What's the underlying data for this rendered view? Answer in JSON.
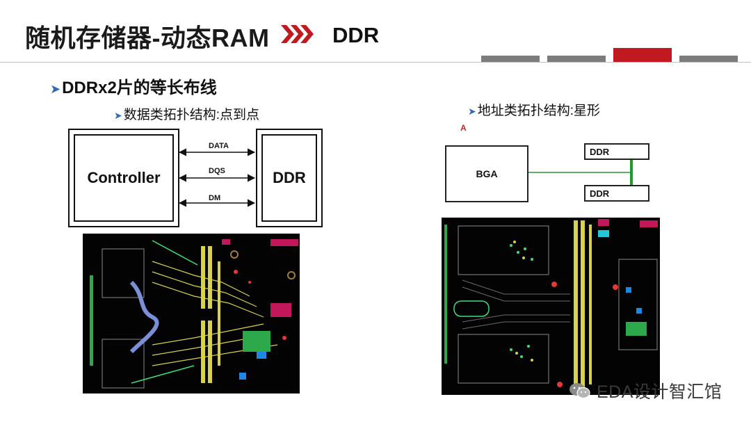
{
  "header": {
    "title": "随机存储器-动态RAM",
    "subtitle": "DDR",
    "tab_count": 4,
    "active_tab_index": 2
  },
  "content": {
    "section_heading": "DDRx2片的等长布线",
    "data_topology": {
      "label": "数据类拓扑结构:点到点",
      "controller_label": "Controller",
      "ddr_label": "DDR",
      "signals": [
        "DATA",
        "DQS",
        "DM"
      ]
    },
    "address_topology": {
      "label": "地址类拓扑结构:星形",
      "marker": "A",
      "bga_label": "BGA",
      "ddr_chip_labels": [
        "DDR",
        "DDR"
      ]
    }
  },
  "watermark": {
    "text": "EDA设计智汇馆"
  },
  "colors": {
    "accent_red": "#c0191f",
    "tab_gray": "#7c7c7c",
    "bullet_blue": "#2f68b6",
    "trace_green": "#1e9a2e",
    "pcb_background": "#030303"
  },
  "icons": {
    "chevrons": "triple-chevron-right-icon",
    "watermark": "wechat-icon"
  }
}
